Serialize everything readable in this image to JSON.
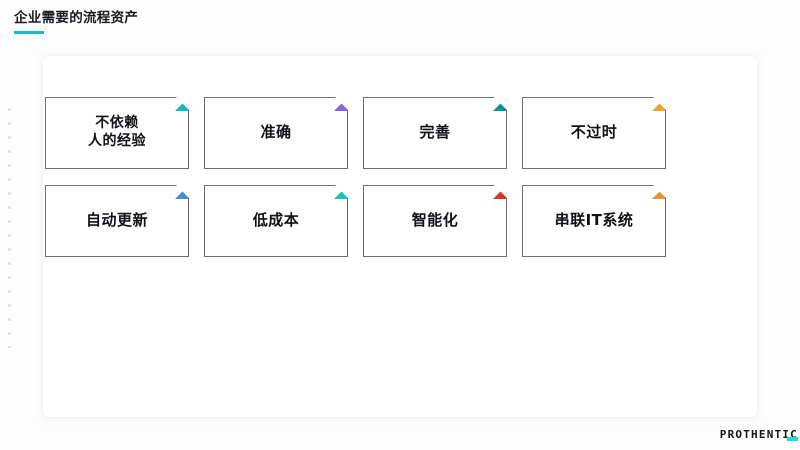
{
  "header": {
    "title": "企业需要的流程资产",
    "accent_color": "#14bccd"
  },
  "panel": {
    "background": "#ffffff"
  },
  "cards": [
    {
      "label": "不依赖\n人的经验",
      "fold_color": "#17b8c4",
      "two_line": true
    },
    {
      "label": "准确",
      "fold_color": "#8b63e0",
      "two_line": false
    },
    {
      "label": "完善",
      "fold_color": "#0e8f9e",
      "two_line": false
    },
    {
      "label": "不过时",
      "fold_color": "#f0a22e",
      "two_line": false
    },
    {
      "label": "自动更新",
      "fold_color": "#3f8fe0",
      "two_line": false
    },
    {
      "label": "低成本",
      "fold_color": "#17c4b8",
      "two_line": false
    },
    {
      "label": "智能化",
      "fold_color": "#e03127",
      "two_line": false
    },
    {
      "label": "串联IT系统",
      "fold_color": "#f0922e",
      "two_line": false
    }
  ],
  "brand": {
    "name": "PROTHENTIC",
    "accent_color": "#14e0e0"
  }
}
